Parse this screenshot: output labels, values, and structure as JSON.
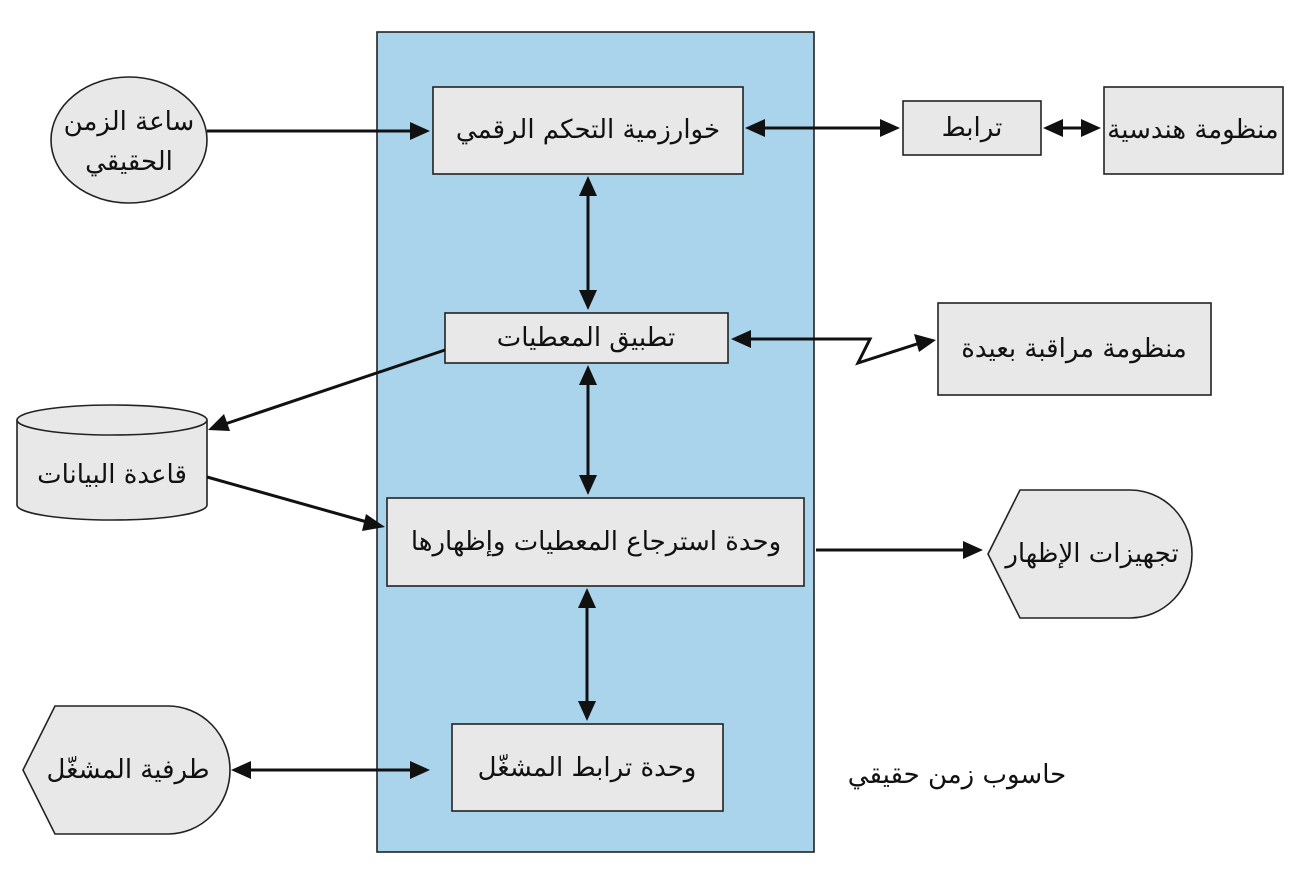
{
  "nodes": {
    "digital_control": "خوارزمية التحكم الرقمي",
    "data_processing": "تطبيق المعطيات",
    "retrieval_display": "وحدة استرجاع المعطيات وإظهارها",
    "operator_interface": "وحدة ترابط المشغّل",
    "real_time_clock_line1": "ساعة الزمن",
    "real_time_clock_line2": "الحقيقي",
    "coupling": "ترابط",
    "engineering_system": "منظومة هندسية",
    "remote_monitoring": "منظومة مراقبة بعيدة",
    "database": "قاعدة البيانات",
    "display_equipment": "تجهيزات الإظهار",
    "operator_terminal": "طرفية المشغّل"
  },
  "panel_label": "حاسوب زمن حقيقي",
  "colors": {
    "panel_fill": "#a9d4ec",
    "box_fill": "#e8e8e8",
    "stroke": "#222222"
  }
}
